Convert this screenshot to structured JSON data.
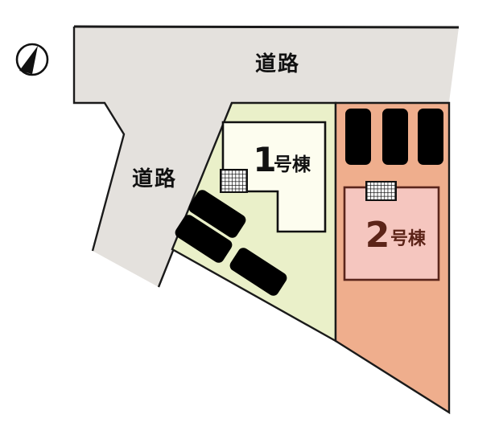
{
  "plan": {
    "labels": {
      "road_top": "道路",
      "road_left": "道路"
    },
    "buildings": [
      {
        "number": "1",
        "suffix": "号棟"
      },
      {
        "number": "2",
        "suffix": "号棟"
      }
    ],
    "parking": {
      "lot1_car_count": 3,
      "lot2_car_count": 3
    },
    "icons": {
      "compass": "north-arrow-compass"
    },
    "colors": {
      "road": "#e4e1dd",
      "lot1": "#eaf0c9",
      "lot2": "#efae8d",
      "building1_fill": "#fdfdef",
      "building1_border": "#111111",
      "building2_fill": "#f5c6bf",
      "building2_border": "#5a251b",
      "label1_text": "#111111",
      "label2_text": "#5c2418",
      "outline": "#1a1a1a",
      "car_light_body": "#f3f1e9",
      "car_light_window": "#c7dff0",
      "car_pink_body": "#eba6a2",
      "car_pink_window": "#e2908c",
      "hatch_fill": "#ffffff",
      "hatch_line": "#111111"
    }
  }
}
